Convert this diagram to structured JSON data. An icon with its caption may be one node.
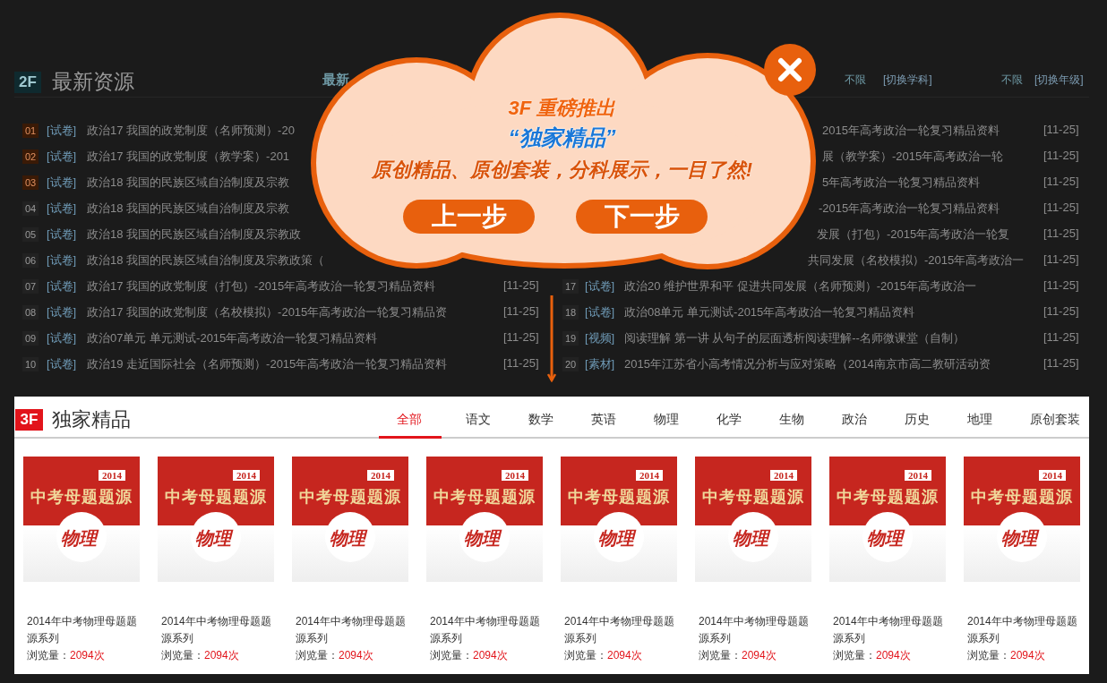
{
  "diagram": {
    "nodes": [
      {
        "text": [
          "3F 重磅推出",
          "“独家精品”",
          "原创精品、原创套装，分科展示，一目了然!"
        ]
      },
      {
        "text": [
          "3F",
          "独家精品"
        ]
      }
    ],
    "edges": [
      {
        "from": 0,
        "to": 1,
        "arrow": "to"
      }
    ],
    "labels": [
      "2F",
      "最新资源",
      "最新",
      "不限",
      "[切换学科]",
      "不限",
      "[切换年级]",
      "01",
      "[试卷]",
      "政治17 我国的政党制度（名师预测）-20",
      "02",
      "[试卷]",
      "政治17 我国的政党制度（教学案）-201",
      "03",
      "[试卷]",
      "政治18 我国的民族区域自治制度及宗教",
      "04",
      "[试卷]",
      "政治18 我国的民族区域自治制度及宗教",
      "05",
      "[试卷]",
      "政治18 我国的民族区域自治制度及宗教政",
      "06",
      "[试卷]",
      "政治18 我国的民族区域自治制度及宗教政策（",
      "07",
      "[试卷]",
      "政治17 我国的政党制度（打包）-2015年高考政治一轮复习精品资料",
      "[11-25]",
      "08",
      "[试卷]",
      "政治17 我国的政党制度（名校模拟）-2015年高考政治一轮复习精品资",
      "[11-25]",
      "09",
      "[试卷]",
      "政治07单元 单元测试-2015年高考政治一轮复习精品资料",
      "[11-25]",
      "10",
      "[试卷]",
      "政治19 走近国际社会（名师预测）-2015年高考政治一轮复习精品资料",
      "[11-25]",
      "2015年高考政治一轮复习精品资料",
      "[11-25]",
      "展（教学案）-2015年高考政治一轮",
      "[11-25]",
      "5年高考政治一轮复习精品资料",
      "[11-25]",
      "-2015年高考政治一轮复习精品资料",
      "[11-25]",
      "发展（打包）-2015年高考政治一轮复",
      "[11-25]",
      "共同发展（名校模拟）-2015年高考政治一",
      "[11-25]",
      "17",
      "[试卷]",
      "政治20 维护世界和平 促进共同发展（名师预测）-2015年高考政治一",
      "[11-25]",
      "18",
      "[试卷]",
      "政治08单元 单元测试-2015年高考政治一轮复习精品资料",
      "[11-25]",
      "19",
      "[视频]",
      "阅读理解 第一讲 从句子的层面透析阅读理解--名师微课堂（自制）",
      "[11-25]",
      "20",
      "[素材]",
      "2015年江苏省小高考情况分析与应对策略（2014南京市高二教研活动资",
      "[11-25]",
      "上一步",
      "下一步",
      "全部",
      "语文",
      "数学",
      "英语",
      "物理",
      "化学",
      "生物",
      "政治",
      "历史",
      "地理",
      "原创套装",
      "2014",
      "中考母题题源",
      "物理",
      "2014年中考物理母题题源系列",
      "浏览量：",
      "2094次",
      "2014",
      "中考母题题源",
      "物理",
      "2014年中考物理母题题源系列",
      "浏览量：",
      "2094次",
      "2014",
      "中考母题题源",
      "物理",
      "2014年中考物理母题题源系列",
      "浏览量：",
      "2094次",
      "2014",
      "中考母题题源",
      "物理",
      "2014年中考物理母题题源系列",
      "浏览量：",
      "2094次",
      "2014",
      "中考母题题源",
      "物理",
      "2014年中考物理母题题源系列",
      "浏览量：",
      "2094次",
      "2014",
      "中考母题题源",
      "物理",
      "2014年中考物理母题题源系列",
      "浏览量：",
      "2094次",
      "2014",
      "中考母题题源",
      "物理",
      "2014年中考物理母题题源系列",
      "浏览量：",
      "2094次",
      "2014",
      "中考母题题源",
      "物理",
      "2014年中考物理母题题源系列",
      "浏览量：",
      "2094次"
    ]
  }
}
